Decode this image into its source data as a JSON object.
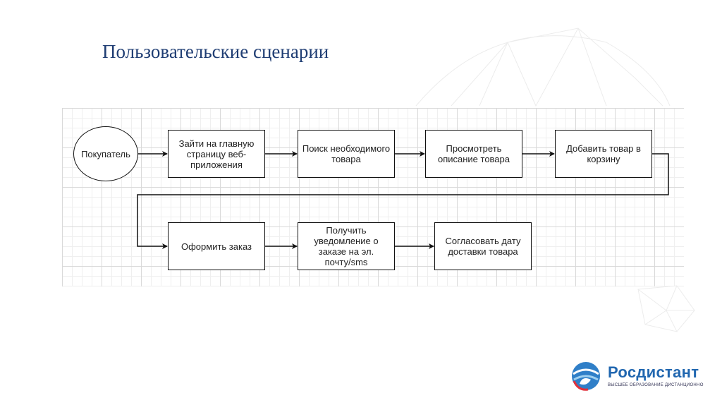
{
  "slide": {
    "title": "Пользовательские сценарии"
  },
  "diagram": {
    "actor": "Покупатель",
    "steps": [
      "Зайти на главную страницу веб-приложения",
      "Поиск необходимого товара",
      "Просмотреть описание товара",
      "Добавить товар в корзину",
      "Оформить заказ",
      "Получить уведомление о заказе на эл. почту/sms",
      "Согласовать дату доставки товара"
    ]
  },
  "logo": {
    "name": "Росдистант",
    "tagline": "ВЫСШЕЕ ОБРАЗОВАНИЕ ДИСТАНЦИОННО"
  },
  "colors": {
    "title": "#1f3d73",
    "brand": "#2167b0",
    "accent": "#e0313c"
  }
}
